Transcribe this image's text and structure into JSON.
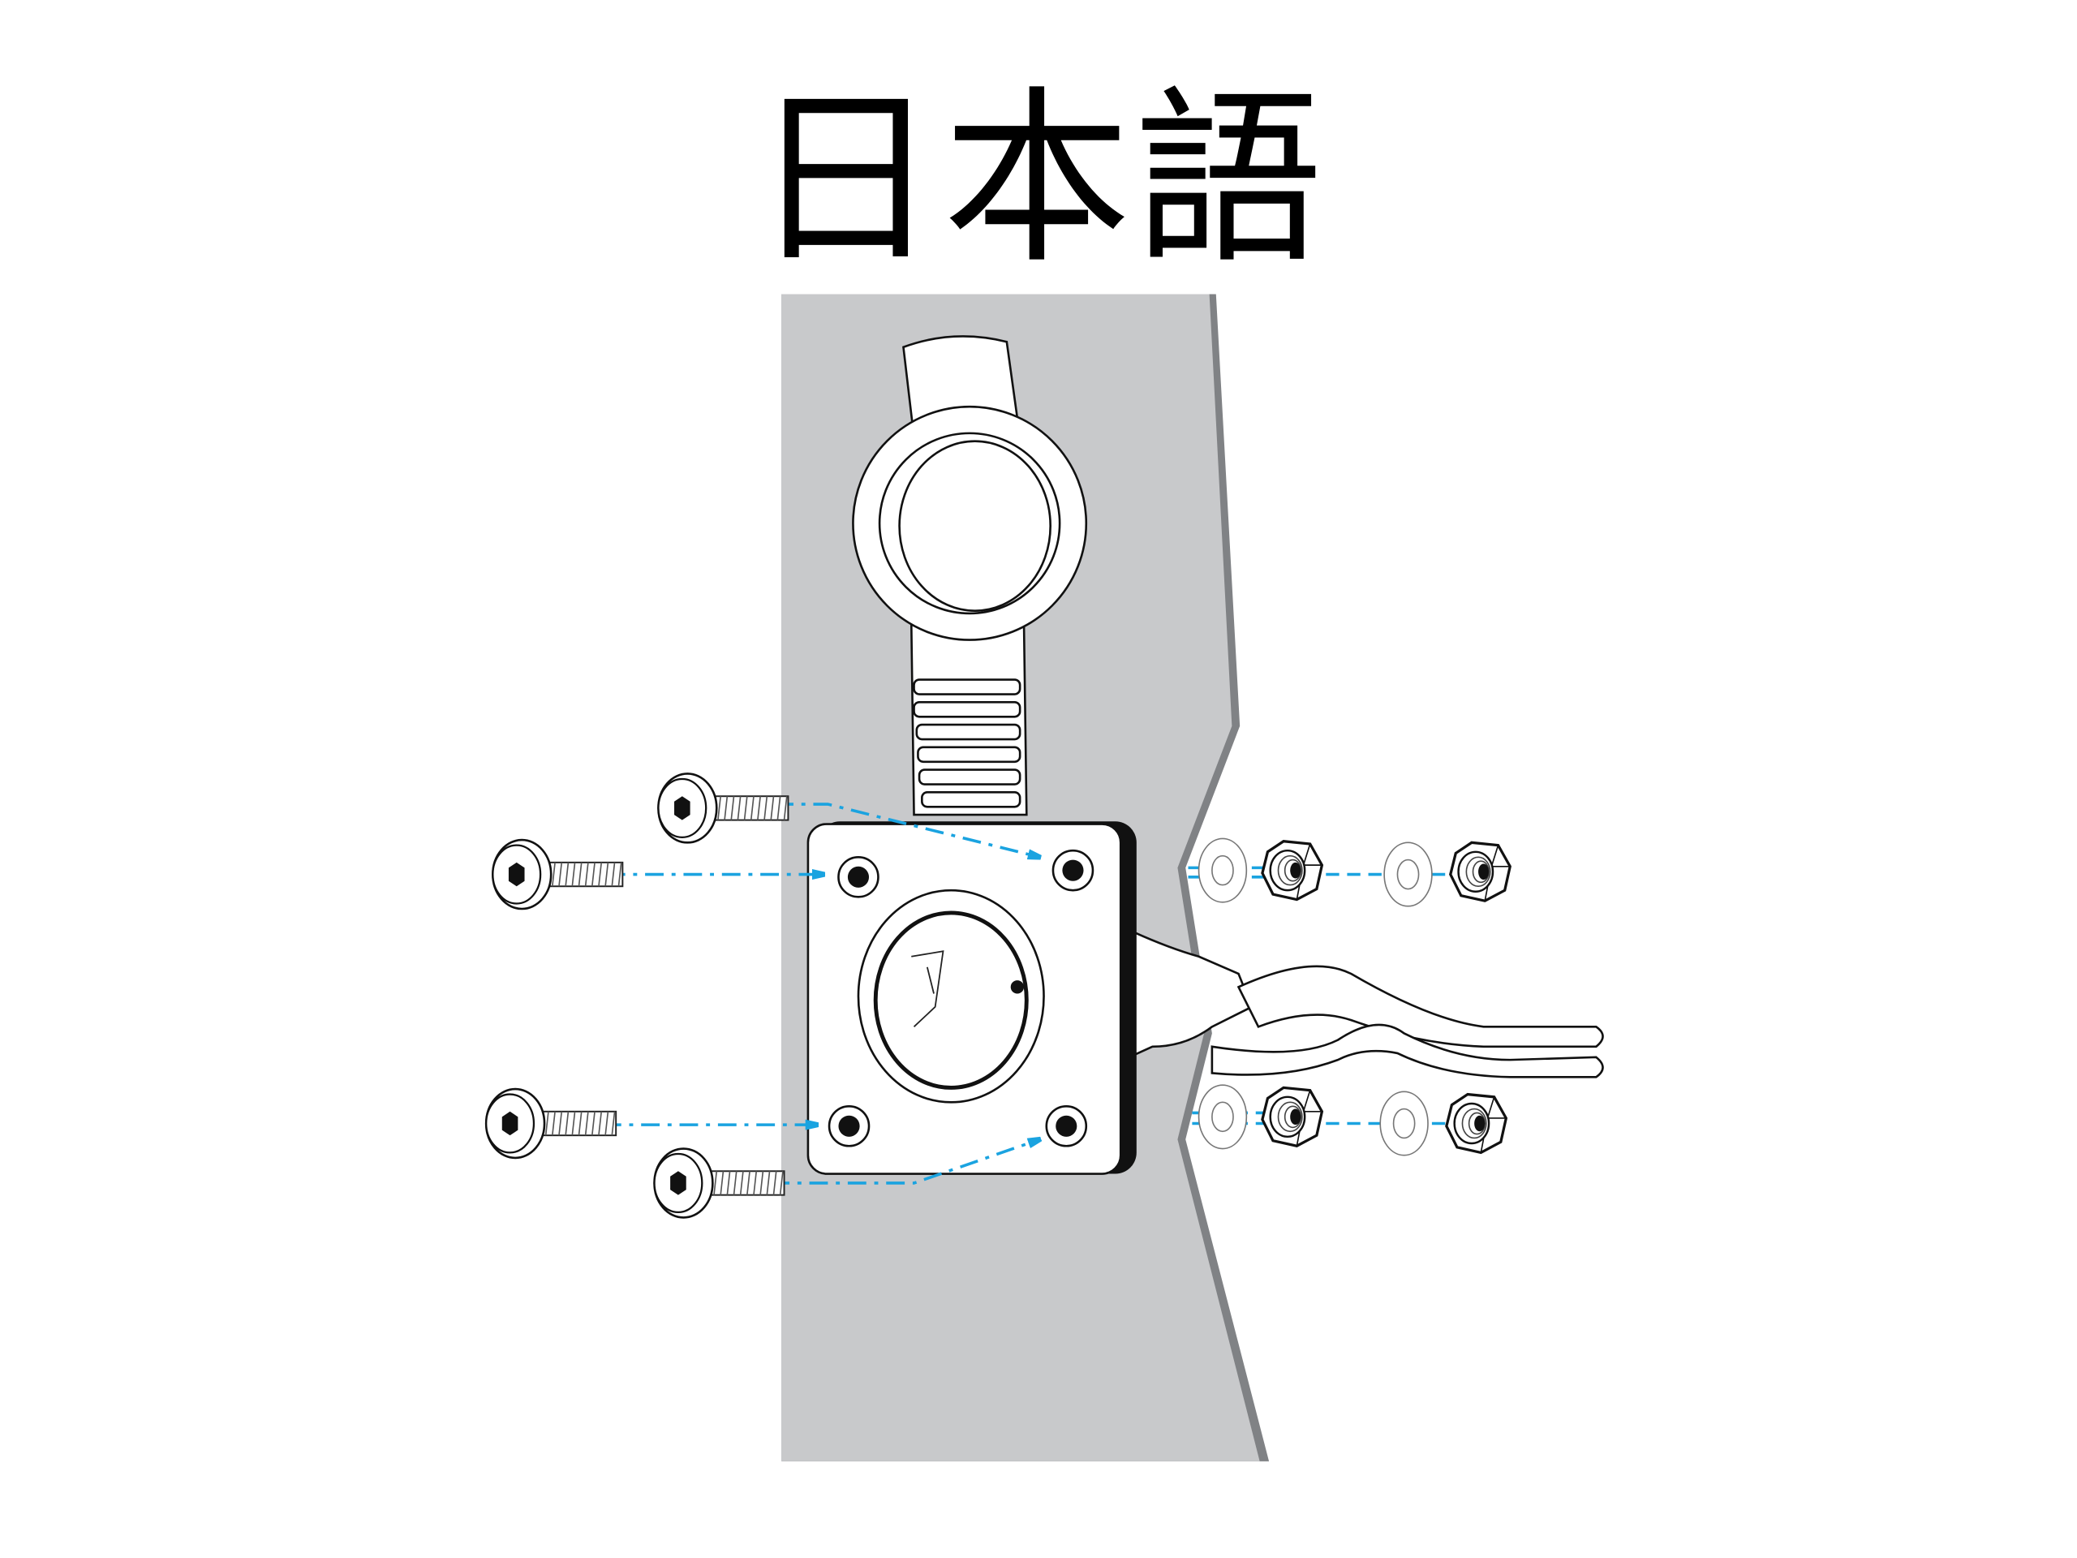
{
  "title": "日本語",
  "colors": {
    "panel": "#c8c9cb",
    "panel_edge": "#808285",
    "guide_line": "#1aa3e0",
    "outline": "#111111"
  },
  "parts": {
    "socket": "socket-with-cap",
    "bolts": 4,
    "washers": 4,
    "nuts": 4
  }
}
